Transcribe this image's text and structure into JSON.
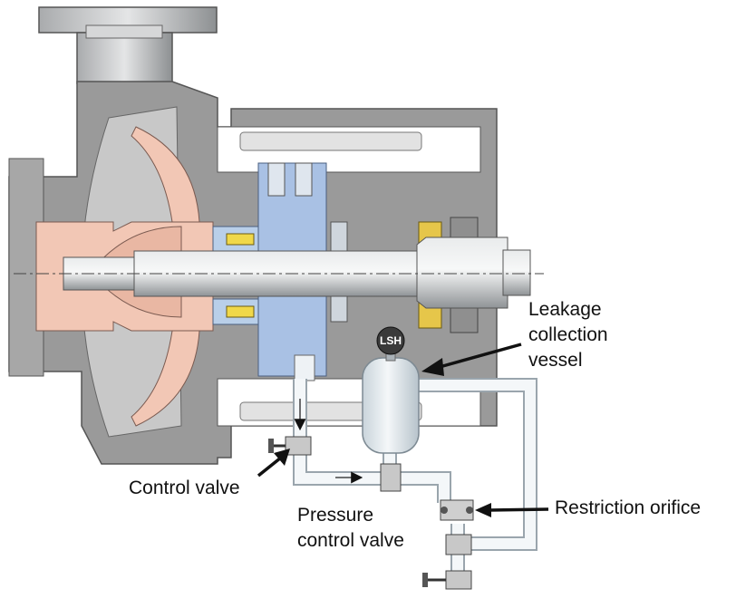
{
  "labels": {
    "leakage_line1": "Leakage",
    "leakage_line2": "collection",
    "leakage_line3": "vessel",
    "control_valve": "Control valve",
    "pressure_line1": "Pressure",
    "pressure_line2": "control valve",
    "restriction_orifice": "Restriction orifice",
    "lsh": "LSH"
  },
  "colors": {
    "casing": "#9a9a9a",
    "casing_light": "#c8c8c8",
    "casing_dark": "#6e6e6e",
    "impeller_pink": "#f2c7b5",
    "seal_blue": "#a9c1e4",
    "shaft": "#c9cbcd",
    "vessel": "#dfe7ec",
    "pipe_fill": "#f4f7f9",
    "pipe_stroke": "#9aa5ad",
    "bearing_yellow": "#e6c64a",
    "seal_yellow": "#f0d84a",
    "arrow": "#111111"
  }
}
